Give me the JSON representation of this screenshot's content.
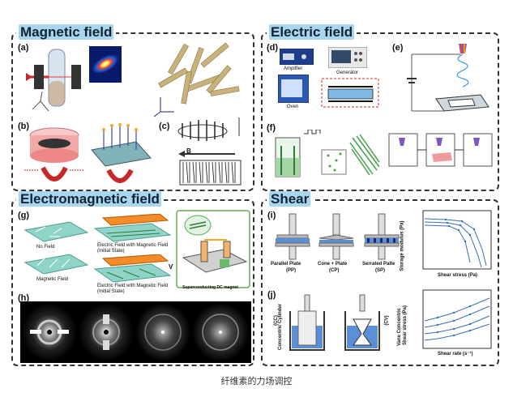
{
  "panels": {
    "magnetic": {
      "title": "Magnetic field",
      "subpanels": {
        "a": "(a)",
        "b": "(b)",
        "c": "(c)"
      },
      "labels": {
        "b_symbol": "B"
      }
    },
    "electric": {
      "title": "Electric field",
      "subpanels": {
        "d": "(d)",
        "e": "(e)",
        "f": "(f)"
      },
      "labels": {
        "amplifier": "Amplifier",
        "generator": "Generator",
        "oven": "Oven"
      }
    },
    "electromagnetic": {
      "title": "Electromagnetic field",
      "subpanels": {
        "g": "(g)",
        "h": "(h)"
      },
      "labels": {
        "no_field": "No Field",
        "magnetic_field": "Magnetic Field",
        "electric_magnetic_initial": "Electric Field with Magnetic Field (Initial State)",
        "electric_magnetic_initial_2": "Electric Field with Magnetic Field (Initial State)",
        "superconducting": "Superconducting DC magnet",
        "v_symbol": "V"
      }
    },
    "shear": {
      "title": "Shear",
      "subpanels": {
        "i": "(i)",
        "j": "(j)"
      },
      "geometries": [
        {
          "name": "Parallel Plate",
          "abbr": "(PP)"
        },
        {
          "name": "Cone + Plate",
          "abbr": "(CP)"
        },
        {
          "name": "Serrated Palte",
          "abbr": "(SP)"
        }
      ],
      "concentric": {
        "name": "Concentric Cylinder",
        "abbr": "(CC)"
      },
      "vane": {
        "name": "Vane Concentric",
        "abbr": "(CV)"
      },
      "plot_i": {
        "ylabel": "Storage modulus (Pa)",
        "xlabel": "Shear stress (Pa)"
      },
      "plot_j": {
        "ylabel": "Shear stress (Pa)",
        "xlabel": "Shear rate (s⁻¹)"
      }
    }
  },
  "caption": "纤维素的力场调控",
  "colors": {
    "accent_blue": "#a9d6ef",
    "plate_blue": "#5b8fd6"
  }
}
